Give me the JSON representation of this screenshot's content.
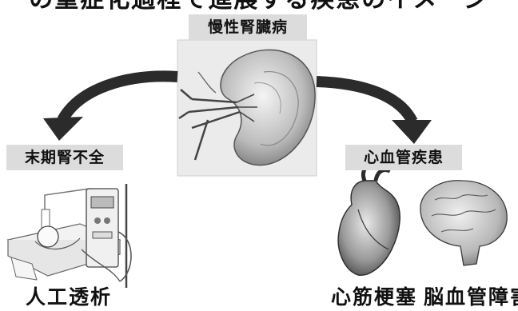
{
  "top_text": "の重症化過程で進展する疾患のイメージ",
  "center_label": "慢性腎臓病",
  "left_label": "末期腎不全",
  "right_label": "心血管疾患",
  "left_caption": "人工透析",
  "right_caption_1": "心筋梗塞",
  "right_caption_2": "脳血管障害",
  "colors": {
    "label_bg": "#dcdcdc",
    "arrow": "#2b2b2b",
    "text": "#111111"
  }
}
